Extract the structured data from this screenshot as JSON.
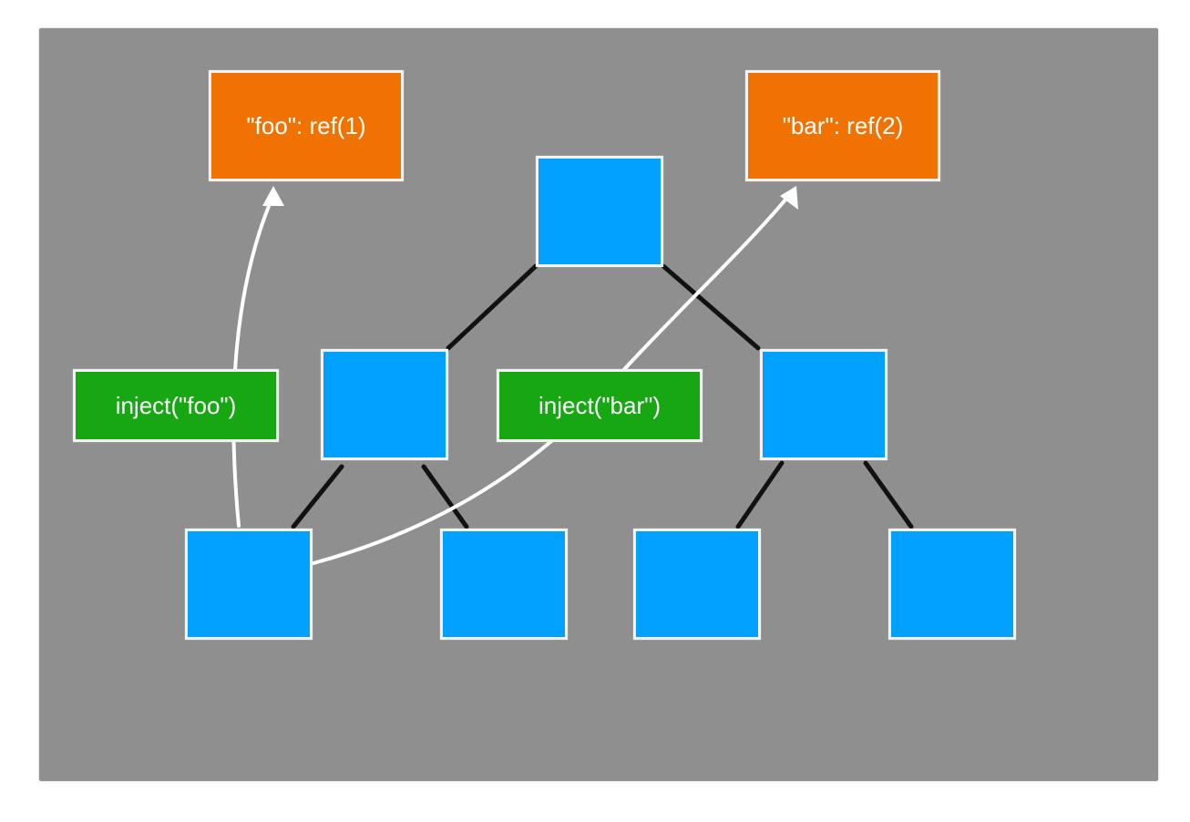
{
  "provided": {
    "foo_label": "\"foo\": ref(1)",
    "bar_label": "\"bar\": ref(2)"
  },
  "injections": {
    "foo_label": "inject(\"foo\")",
    "bar_label": "inject(\"bar\")"
  },
  "colors": {
    "background": "#8f8f8f",
    "node": "#00a0ff",
    "provide": "#f07200",
    "inject": "#16a713",
    "edge": "#111111",
    "arrow": "#ffffff"
  }
}
